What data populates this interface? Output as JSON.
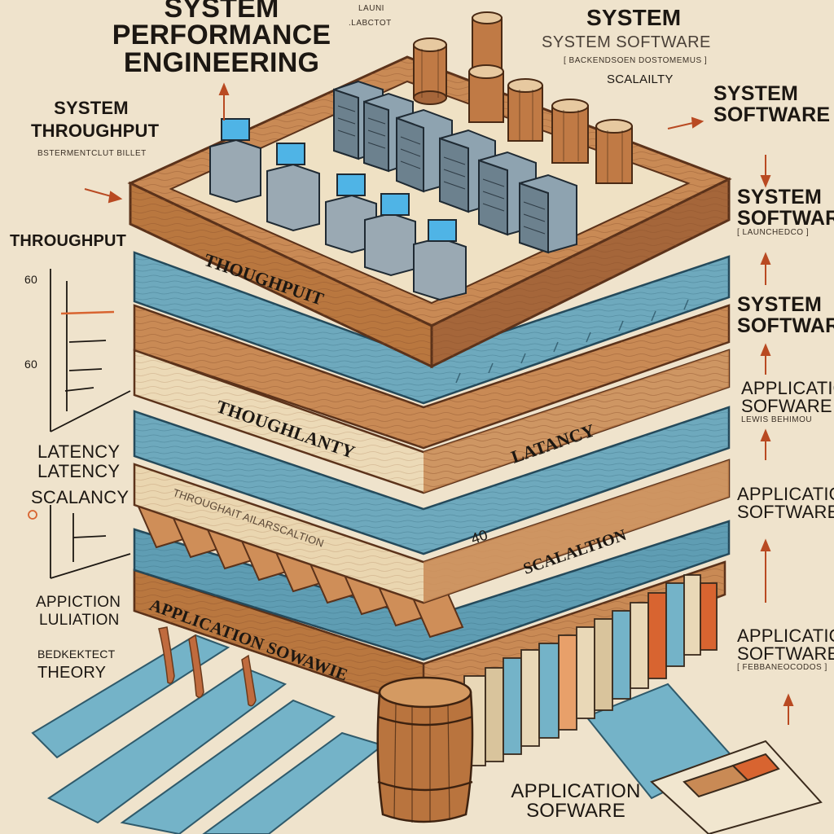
{
  "colors": {
    "parchment": "#efe3cc",
    "wood": "#c98a55",
    "wood_dark": "#a5663a",
    "wood_edge": "#7a4424",
    "teal": "#6ea9bd",
    "teal_dark": "#4c8197",
    "cream": "#eedbb8",
    "accent_orange": "#d86430",
    "ink": "#1c1712"
  },
  "header": {
    "title_lines": [
      "SYSTEM",
      "PERFORMANCE",
      "ENGINEERING"
    ],
    "tag_top": "LAUNI",
    "tag_bottom": ".LABCTOT"
  },
  "top_right": {
    "heading": "SYSTEM",
    "subheading": "SYSTEM SOFTWARE",
    "caption": "[ BACKENDSOEN DOSTOMEMUS ]",
    "scalability": "SCALAILTY"
  },
  "left_labels": {
    "system_throughput": [
      "SYSTEM",
      "THROUGHPUT"
    ],
    "system_throughput_caption": "BSTERMENTCLUT BILLET",
    "throughput": "THROUGHPUT",
    "chart_tick_high": "60",
    "chart_tick_low": "60",
    "latency": [
      "LATENCY",
      "LATENCY"
    ],
    "scalancy": "SCALANCY",
    "appiction": [
      "APPICTION",
      "LULIATION"
    ],
    "theory": [
      "BEDKEKTECT",
      "THEORY"
    ]
  },
  "right_labels": [
    {
      "lines": [
        "SYSTEM",
        "SOFTWARE"
      ],
      "caption": ""
    },
    {
      "lines": [
        "SYSTEM",
        "SOFTWARE"
      ],
      "caption": "[ LAUNCHEDCO ]"
    },
    {
      "lines": [
        "SYSTEM",
        "SOFTWARE"
      ],
      "caption": ""
    },
    {
      "lines": [
        "APPLICATION",
        "SOFWARE"
      ],
      "caption": "LEWIS BEHIMOU"
    },
    {
      "lines": [
        "APPLICATION",
        "SOFTWARE"
      ],
      "caption": ""
    },
    {
      "lines": [
        "APPLICATION",
        "SOFTWARE"
      ],
      "caption": "[ FEBBANEOCODOS ]"
    }
  ],
  "layer_labels": {
    "throughput": "THOUGHPUIT",
    "thoughlanty": "THOUGHLANTY",
    "latency": "LATANCY",
    "scalaltion": "SCALALTION",
    "small_scribble": "THROUGHAIT   AILARSCALTION",
    "number_40": "40",
    "application": "APPLICATION SOWAWIE"
  },
  "bottom": {
    "lines": [
      "APPLICATION",
      "SOFWARE"
    ]
  }
}
